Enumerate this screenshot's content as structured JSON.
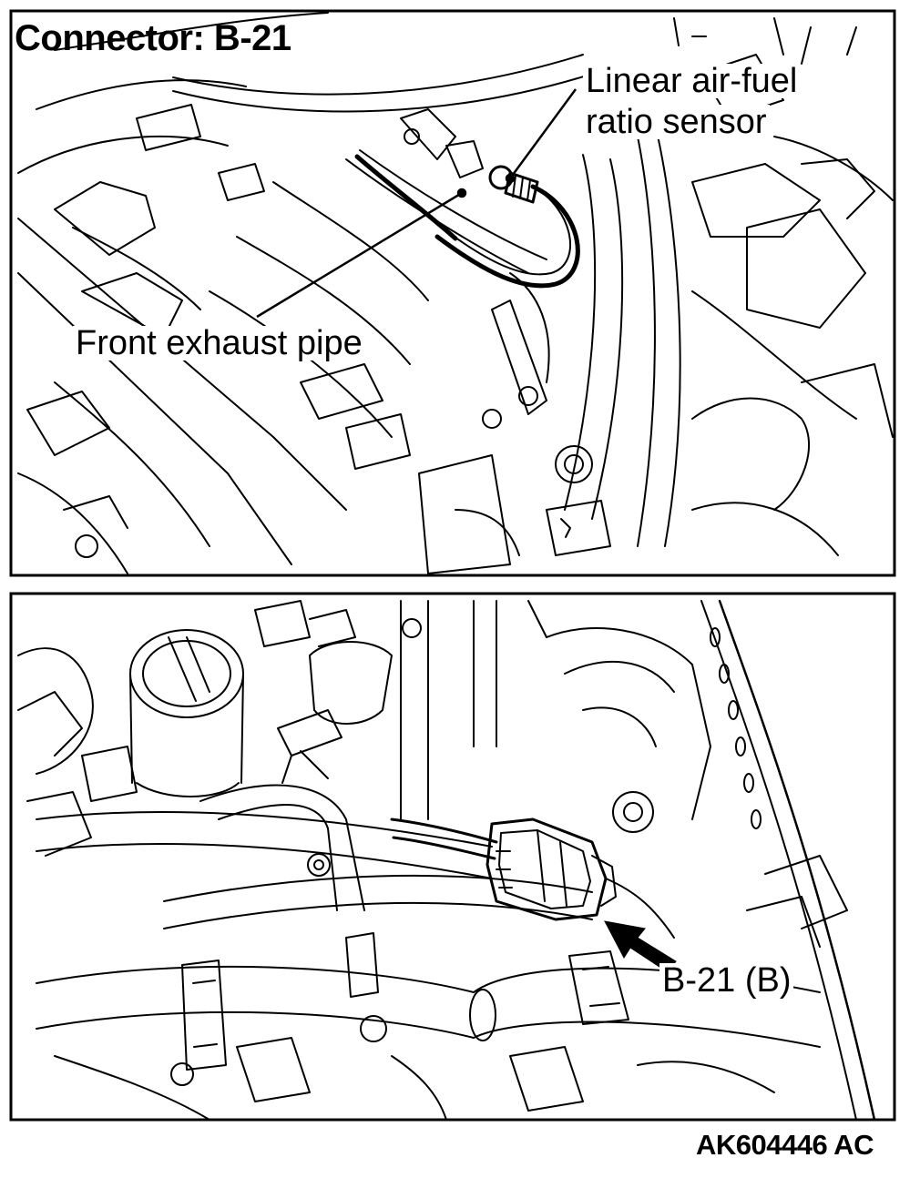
{
  "figure": {
    "title": "Connector: B-21",
    "labels": {
      "sensor_line1": "Linear air-fuel",
      "sensor_line2": "ratio sensor",
      "exhaust_pipe": "Front exhaust pipe",
      "connector": "B-21 (B)"
    },
    "figure_code": "AK604446 AC"
  },
  "colors": {
    "ink": "#000000",
    "paper": "#ffffff"
  }
}
